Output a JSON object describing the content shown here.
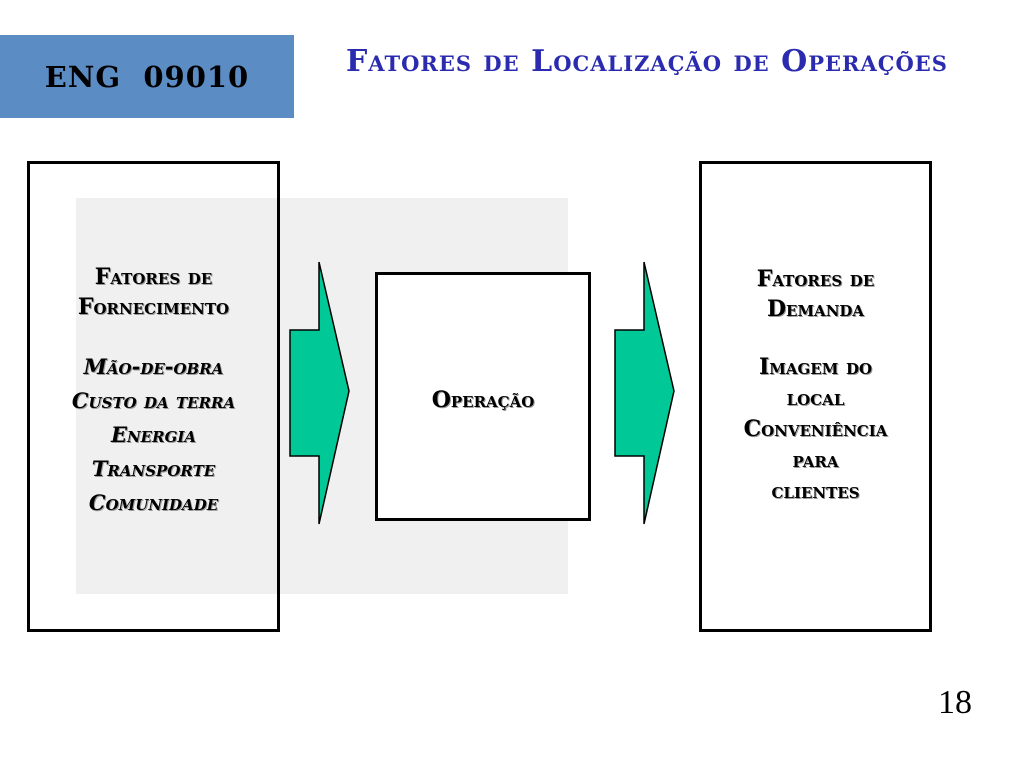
{
  "header": {
    "course_code": "ENG  09010",
    "title": "Fatores de Localização de Operações"
  },
  "diagram": {
    "supply_box": {
      "heading_line1": "Fatores de",
      "heading_line2": "Fornecimento",
      "items": [
        "Mão-de-obra",
        "Custo da terra",
        "Energia",
        "Transporte",
        "Comunidade"
      ]
    },
    "operation_box": {
      "label": "Operação"
    },
    "demand_box": {
      "heading_line1": "Fatores de",
      "heading_line2": "Demanda",
      "items": [
        "Imagem do",
        "local",
        "Conveniência",
        "para",
        "clientes"
      ]
    },
    "colors": {
      "arrow_fill": "#00c896",
      "badge_fill": "#5b8cc4",
      "title_color": "#2b2bb0"
    }
  },
  "footer": {
    "page_number": "18"
  }
}
